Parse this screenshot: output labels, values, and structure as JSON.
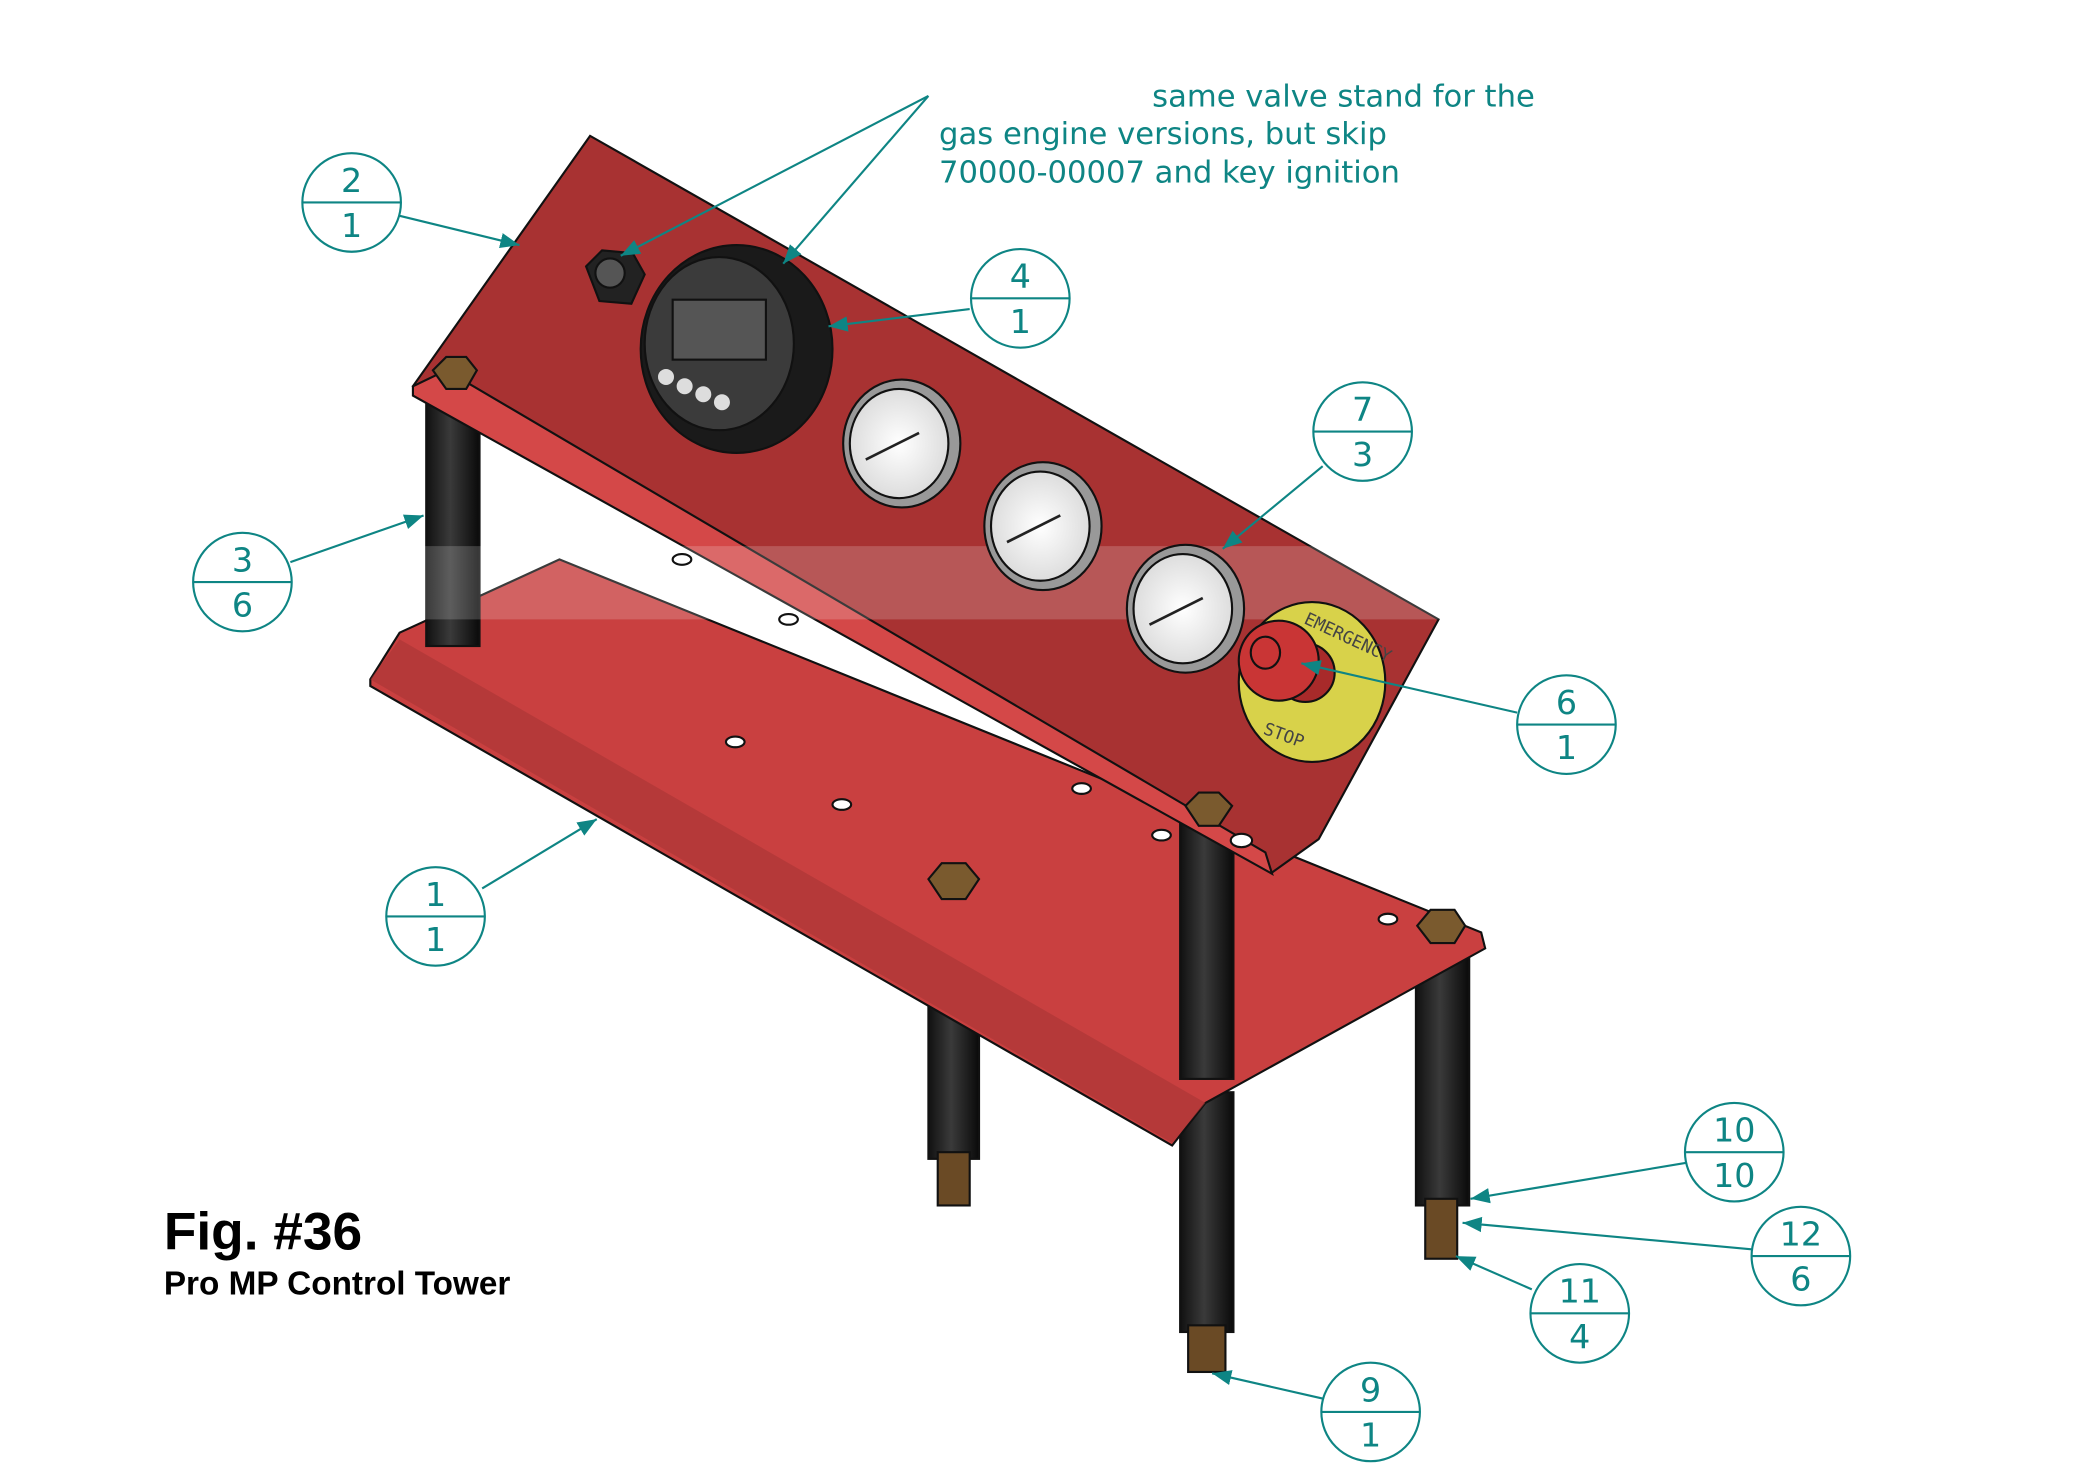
{
  "figure": {
    "title": "Fig. #36",
    "subtitle": "Pro MP Control Tower"
  },
  "note": {
    "lines": [
      "same valve stand for the",
      "gas engine versions, but skip",
      "70000-00007 and key ignition"
    ]
  },
  "estop_label": {
    "top": "EMERGENCY",
    "bottom": "STOP"
  },
  "balloons": [
    {
      "item": "2",
      "qty": "1"
    },
    {
      "item": "4",
      "qty": "1"
    },
    {
      "item": "3",
      "qty": "6"
    },
    {
      "item": "7",
      "qty": "3"
    },
    {
      "item": "6",
      "qty": "1"
    },
    {
      "item": "1",
      "qty": "1"
    },
    {
      "item": "10",
      "qty": "10"
    },
    {
      "item": "12",
      "qty": "6"
    },
    {
      "item": "11",
      "qty": "4"
    },
    {
      "item": "9",
      "qty": "1"
    }
  ],
  "colors": {
    "callout": "#0e8584",
    "plate": "#c83c3c",
    "estop_disk": "#d8d24a"
  }
}
